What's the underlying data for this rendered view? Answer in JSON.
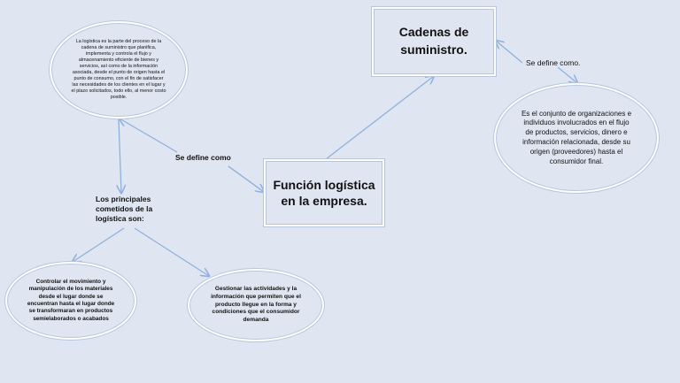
{
  "nodes": {
    "central": "Función logística en la empresa.",
    "cadenas": "Cadenas de suministro.",
    "cadenas_def": "Es el conjunto de organizaciones e individuos involucrados en el flujo de productos, servicios, dinero e información relacionada, desde su origen (proveedores) hasta el consumidor final.",
    "logistica_def": "La logística es la parte del proceso de la cadena de suministro que planifica, implementa y controla el flujo y almacenamiento eficiente de bienes y servicios, así como de la información asociada, desde el punto de origen hasta el punto de consumo, con el fin de satisfacer las necesidades de los clientes en el lugar y el plazo solicitados, todo ello, al menor costo posible.",
    "cometidos": "Los principales cometidos de la logística son:",
    "cometido_1": "Controlar el movimiento y manipulación de los materiales desde el lugar donde se encuentran hasta el lugar donde se transformaran en productos semielaborados o acabados",
    "cometido_2": "Gestionar las actividades y la información que permiten que el producto llegue en la forma y condiciones que el consumidor demanda"
  },
  "labels": {
    "se_define_como": "Se define como",
    "se_define_como_2": "Se define como."
  },
  "colors": {
    "background": "#dfe6f1",
    "connector": "#8fb0df"
  }
}
